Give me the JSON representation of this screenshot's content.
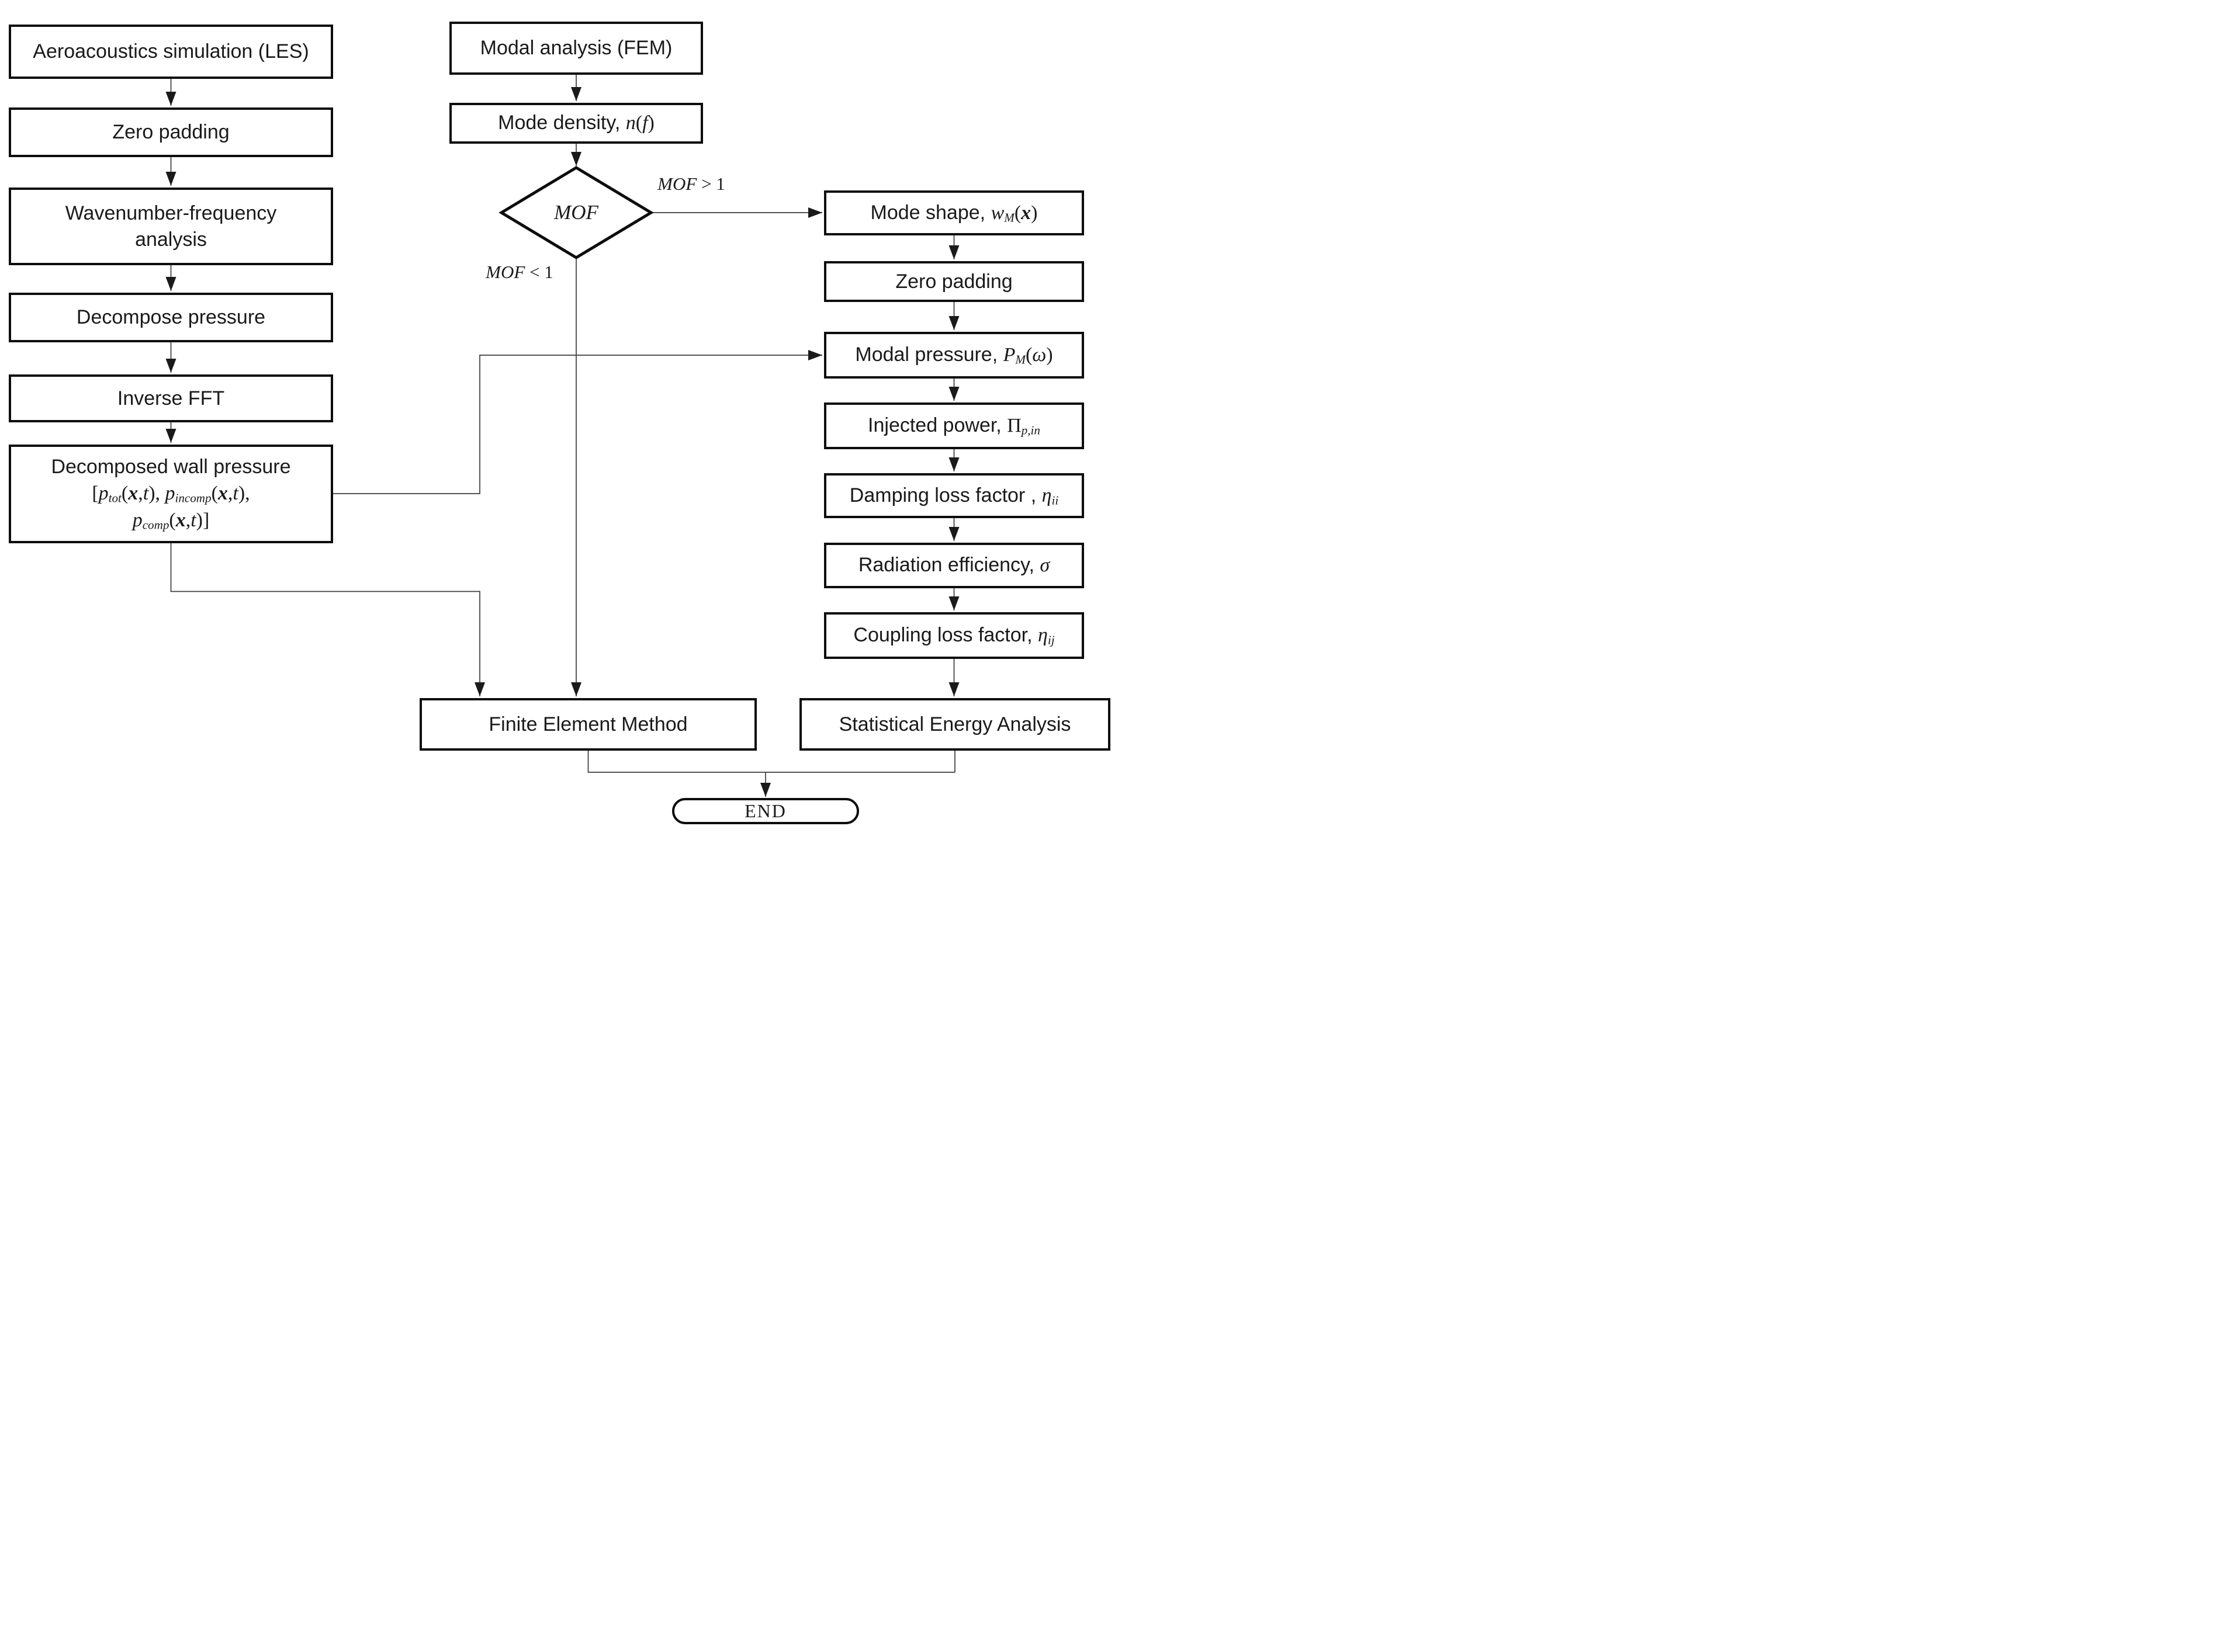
{
  "figure": {
    "type": "flowchart",
    "background": "#ffffff"
  },
  "colors": {
    "box_border": "#0d0d0d",
    "box_fill": "#ffffff",
    "connector": "#3c3c3c",
    "arrowhead": "#1a1a1a",
    "text": "#1a1a1a"
  },
  "nodes": {
    "aeroacoustics": [
      [
        [
          "Aeroacoustics simulation (LES)",
          "p"
        ]
      ]
    ],
    "zero_padding_left": [
      [
        [
          "Zero padding",
          "p"
        ]
      ]
    ],
    "wavenumber": [
      [
        [
          "Wavenumber-frequency",
          "p"
        ]
      ],
      [
        [
          "analysis",
          "p"
        ]
      ]
    ],
    "decompose": [
      [
        [
          "Decompose pressure",
          "p"
        ]
      ]
    ],
    "inverse_fft": [
      [
        [
          "Inverse FFT",
          "p"
        ]
      ]
    ],
    "wall_pressure": [
      [
        [
          "Decomposed wall pressure",
          "p"
        ]
      ],
      [
        [
          "[",
          "u"
        ],
        [
          "p",
          "i"
        ],
        [
          "tot",
          "s"
        ],
        [
          "(",
          "u"
        ],
        [
          "x",
          "bi"
        ],
        [
          ",",
          "u"
        ],
        [
          "t",
          "i"
        ],
        [
          "), ",
          "u"
        ],
        [
          "p",
          "i"
        ],
        [
          "incomp",
          "s"
        ],
        [
          "(",
          "u"
        ],
        [
          "x",
          "bi"
        ],
        [
          ",",
          "u"
        ],
        [
          "t",
          "i"
        ],
        [
          "),",
          "u"
        ]
      ],
      [
        [
          "p",
          "i"
        ],
        [
          "comp",
          "s"
        ],
        [
          "(",
          "u"
        ],
        [
          "x",
          "bi"
        ],
        [
          ",",
          "u"
        ],
        [
          "t",
          "i"
        ],
        [
          ")]",
          "u"
        ]
      ]
    ],
    "modal_analysis": [
      [
        [
          "Modal analysis (FEM)",
          "p"
        ]
      ]
    ],
    "mode_density": [
      [
        [
          "Mode density, ",
          "p"
        ],
        [
          "n",
          "i"
        ],
        [
          "(",
          "u"
        ],
        [
          "f",
          "i"
        ],
        [
          ")",
          "u"
        ]
      ]
    ],
    "mof": [
      [
        [
          "MOF",
          "i"
        ]
      ]
    ],
    "mode_shape": [
      [
        [
          "Mode shape, ",
          "p"
        ],
        [
          "w",
          "i"
        ],
        [
          "M",
          "s"
        ],
        [
          "(",
          "u"
        ],
        [
          "x",
          "bi"
        ],
        [
          ")",
          "u"
        ]
      ]
    ],
    "zero_padding_right": [
      [
        [
          "Zero padding",
          "p"
        ]
      ]
    ],
    "modal_pressure": [
      [
        [
          "Modal pressure, ",
          "p"
        ],
        [
          "P",
          "i"
        ],
        [
          "M",
          "s"
        ],
        [
          "(",
          "u"
        ],
        [
          "ω",
          "i"
        ],
        [
          ")",
          "u"
        ]
      ]
    ],
    "injected_power": [
      [
        [
          "Injected power, ",
          "p"
        ],
        [
          "Π",
          "u"
        ],
        [
          "p,in",
          "s"
        ]
      ]
    ],
    "damping_loss": [
      [
        [
          "Damping loss factor , ",
          "p"
        ],
        [
          "η",
          "i"
        ],
        [
          "ii",
          "s"
        ]
      ]
    ],
    "radiation_efficiency": [
      [
        [
          "Radiation efficiency, ",
          "p"
        ],
        [
          "σ",
          "i"
        ]
      ]
    ],
    "coupling_loss": [
      [
        [
          "Coupling loss factor, ",
          "p"
        ],
        [
          "η",
          "i"
        ],
        [
          "ij",
          "s"
        ]
      ]
    ],
    "sea": [
      [
        [
          "Statistical Energy Analysis",
          "p"
        ]
      ]
    ],
    "fem": [
      [
        [
          "Finite Element Method",
          "p"
        ]
      ]
    ],
    "end": [
      [
        [
          "END",
          "end"
        ]
      ]
    ]
  },
  "edge_labels": {
    "mof_gt": [
      [
        [
          "MOF",
          "i"
        ],
        [
          " > 1",
          "u"
        ]
      ]
    ],
    "mof_lt": [
      [
        [
          "MOF",
          "i"
        ],
        [
          " < 1",
          "u"
        ]
      ]
    ]
  }
}
